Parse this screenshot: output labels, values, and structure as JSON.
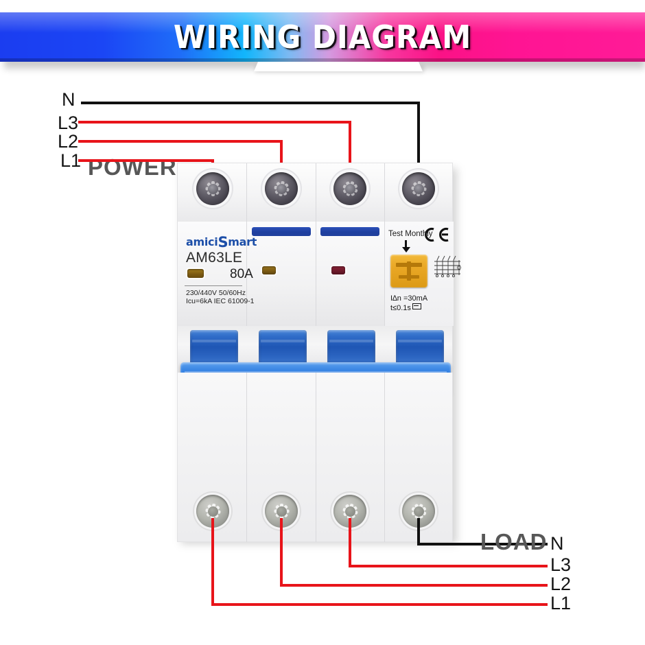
{
  "banner": {
    "title": "WIRING DIAGRAM",
    "gradient_start": "#1b3df0",
    "gradient_mid": "#12b6fb",
    "gradient_end": "#ff1493"
  },
  "power": {
    "section_label": "POWER",
    "lines": [
      {
        "name": "N",
        "color": "#111111"
      },
      {
        "name": "L3",
        "color": "#e8141a"
      },
      {
        "name": "L2",
        "color": "#e8141a"
      },
      {
        "name": "L1",
        "color": "#e8141a"
      }
    ]
  },
  "load": {
    "section_label": "LOAD",
    "lines": [
      {
        "name": "N",
        "color": "#111111"
      },
      {
        "name": "L3",
        "color": "#e8141a"
      },
      {
        "name": "L2",
        "color": "#e8141a"
      },
      {
        "name": "L1",
        "color": "#e8141a"
      }
    ]
  },
  "device": {
    "brand_prefix": "amici",
    "brand_s": "S",
    "brand_suffix": "mart",
    "model": "AM63LE",
    "rating": "80A",
    "spec_line_1": "230/440V  50/60Hz",
    "spec_line_2": "Icu=6kA IEC 61009-1",
    "test_label": "Test Monthly",
    "ce_mark": "CE",
    "rcd_current": "I∆n =30mA",
    "rcd_time": "t≤0.1s",
    "poles": 4,
    "accent_blue": "#1f56b4",
    "strip_blue": "#21409e",
    "test_button_color": "#e9a725",
    "led_colors": [
      "#7b5a12",
      "#6d1a2a"
    ]
  }
}
